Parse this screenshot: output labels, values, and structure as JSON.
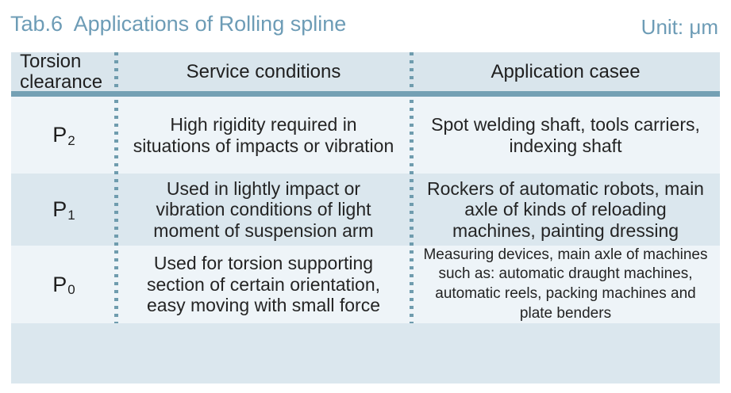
{
  "header": {
    "title": "Tab.6  Applications of Rolling spline",
    "unit": "Unit: μm"
  },
  "table": {
    "columns": [
      {
        "label": "Torsion clearance"
      },
      {
        "label": "Service conditions"
      },
      {
        "label": "Application casee"
      }
    ],
    "rows": [
      {
        "grade_base": "P",
        "grade_sub": "2",
        "service": "High rigidity required in situations of impacts or vibration",
        "application": "Spot welding shaft, tools carriers, indexing shaft"
      },
      {
        "grade_base": "P",
        "grade_sub": "1",
        "service": "Used in lightly impact or vibration conditions of light moment of suspension arm",
        "application": "Rockers of automatic robots, main axle of kinds of reloading machines, painting dressing"
      },
      {
        "grade_base": "P",
        "grade_sub": "0",
        "service": "Used for torsion supporting section of certain orientation, easy moving with small force",
        "application": "Measuring devices, main axle of machines such as: automatic draught machines, automatic reels, packing machines and plate benders"
      }
    ]
  },
  "colors": {
    "title_text": "#6d9cb6",
    "header_bg": "#d9e5ec",
    "separator_line": "#74a0b4",
    "row_light_bg": "#eef4f8",
    "row_dark_bg": "#dbe7ee",
    "divider_dots": "#6f9cae",
    "body_text": "#242424"
  }
}
